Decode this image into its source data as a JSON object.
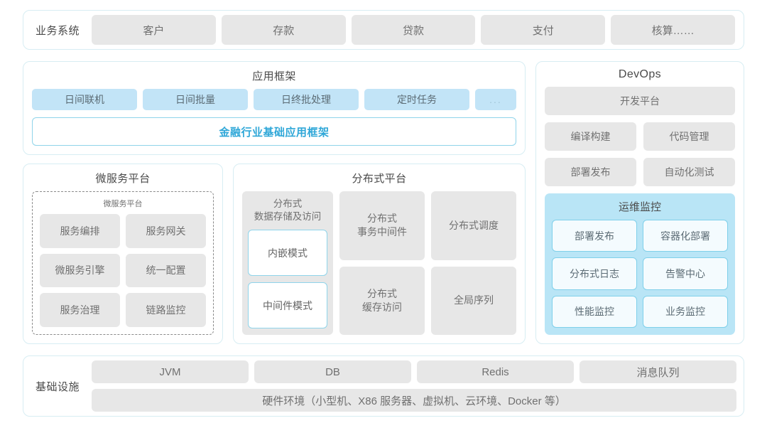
{
  "business_system": {
    "label": "业务系统",
    "items": [
      "客户",
      "存款",
      "贷款",
      "支付",
      "核算……"
    ]
  },
  "app_framework": {
    "title": "应用框架",
    "chips": [
      "日间联机",
      "日间批量",
      "日终批处理",
      "定时任务"
    ],
    "more": "...",
    "banner": "金融行业基础应用框架"
  },
  "microservice_platform": {
    "title": "微服务平台",
    "inner_title": "微服务平台",
    "items": [
      "服务编排",
      "服务网关",
      "微服务引擎",
      "统一配置",
      "服务治理",
      "链路监控"
    ]
  },
  "distributed_platform": {
    "title": "分布式平台",
    "left_column": {
      "title": "分布式\n数据存储及访问",
      "title_line1": "分布式",
      "title_line2": "数据存储及访问",
      "sub_items": [
        "内嵌模式",
        "中间件模式"
      ]
    },
    "cells": [
      {
        "line1": "分布式",
        "line2": "事务中间件"
      },
      {
        "line1": "分布式调度",
        "line2": ""
      },
      {
        "line1": "分布式",
        "line2": "缓存访问"
      },
      {
        "line1": "全局序列",
        "line2": ""
      }
    ]
  },
  "devops": {
    "title": "DevOps",
    "platform": "开发平台",
    "items": [
      "编译构建",
      "代码管理",
      "部署发布",
      "自动化测试"
    ],
    "ops_monitor": {
      "title": "运维监控",
      "items": [
        "部署发布",
        "容器化部署",
        "分布式日志",
        "告警中心",
        "性能监控",
        "业务监控"
      ]
    }
  },
  "infrastructure": {
    "label": "基础设施",
    "items": [
      "JVM",
      "DB",
      "Redis",
      "消息队列"
    ],
    "hardware": "硬件环境（小型机、X86 服务器、虚拟机、云环境、Docker 等）"
  },
  "colors": {
    "accent": "#2fa7d8",
    "chip_blue": "#c2e4f7",
    "chip_gray": "#e7e7e7",
    "panel_blue": "#b9e5f6",
    "card_border": "#d7edf3"
  }
}
